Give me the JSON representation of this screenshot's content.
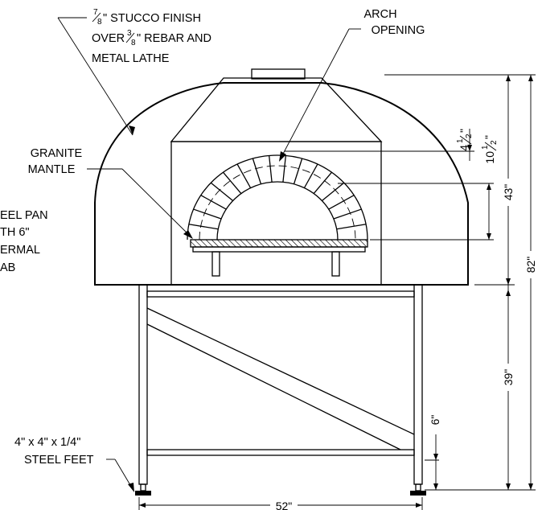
{
  "callouts": {
    "stucco": {
      "line1_num": "7",
      "line1_den": "8",
      "line1_text": "\" STUCCO FINISH",
      "line2_pre": "OVER ",
      "line2_num": "3",
      "line2_den": "8",
      "line2_text": "\" REBAR AND",
      "line3": "METAL LATHE"
    },
    "arch": {
      "line1": "ARCH",
      "line2": "OPENING"
    },
    "granite": {
      "line1": "GRANITE",
      "line2": "MANTLE"
    },
    "steel_pan": {
      "line1": "EEL PAN",
      "line2": "TH 6\"",
      "line3": "ERMAL",
      "line4": "AB"
    },
    "feet": {
      "line1": "4\" x 4\" x 1/4\"",
      "line2": "STEEL FEET"
    }
  },
  "dimensions": {
    "arch_top": {
      "whole": "4",
      "num": "1",
      "den": "2",
      "mark": "\""
    },
    "arch_mid": {
      "whole": "10",
      "num": "1",
      "den": "2",
      "mark": "\""
    },
    "oven_height": "43\"",
    "total_height": "82\"",
    "stand_height": "39\"",
    "foot_clearance": "6\"",
    "width": "52\""
  }
}
